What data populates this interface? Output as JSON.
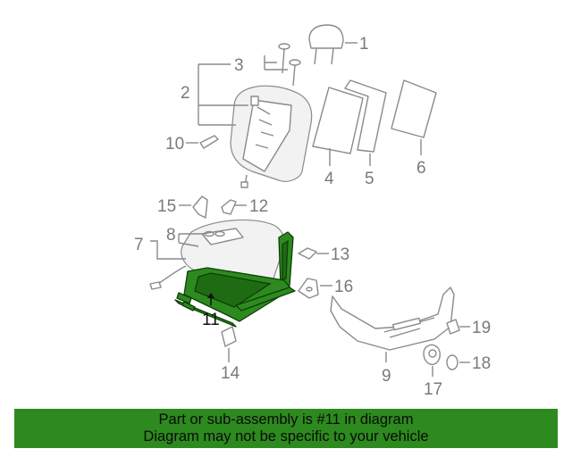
{
  "callouts": {
    "c1": "1",
    "c2": "2",
    "c3": "3",
    "c4": "4",
    "c5": "5",
    "c6": "6",
    "c7": "7",
    "c8": "8",
    "c9": "9",
    "c10": "10",
    "c11": "11",
    "c12": "12",
    "c13": "13",
    "c14": "14",
    "c15": "15",
    "c16": "16",
    "c17": "17",
    "c18": "18",
    "c19": "19"
  },
  "highlight": {
    "part": "11",
    "color": "#2d8a1e"
  },
  "banner": {
    "line1": "Part or sub-assembly is #11 in diagram",
    "line2": "Diagram may not be specific to your vehicle"
  }
}
